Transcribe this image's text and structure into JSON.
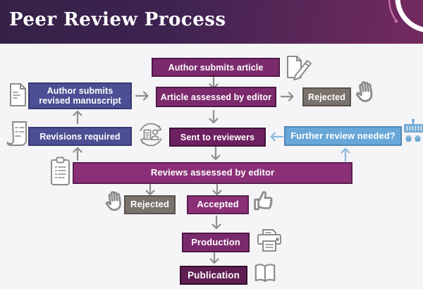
{
  "header": {
    "title": "Peer Review Process"
  },
  "colors": {
    "header_left": "#352147",
    "header_mid": "#3d2350",
    "header_right": "#742a5f",
    "purple": "#7c2a6e",
    "magenta": "#8b3077",
    "indigo": "#4c4f93",
    "dark_purple": "#6d2160",
    "darkest_purple": "#5e1d53",
    "gray": "#7a726c",
    "light_blue": "#68a7d8",
    "arrow_gray": "#8f8e8e",
    "arrow_blue": "#8cb8dc",
    "icon_gray": "#8d8b89",
    "icon_blue": "#6fa9d4"
  },
  "nodes": {
    "submit_article": {
      "label": "Author submits article"
    },
    "revised_manuscript": {
      "line1": "Author submits",
      "line2": "revised manuscript"
    },
    "article_assessed": {
      "label": "Article assessed by editor"
    },
    "rejected_by_editor": {
      "label": "Rejected"
    },
    "revisions_required": {
      "label": "Revisions required"
    },
    "sent_to_reviewers": {
      "label": "Sent to reviewers"
    },
    "further_review": {
      "label": "Further review needed?"
    },
    "reviews_assessed": {
      "label": "Reviews assessed by editor"
    },
    "rejected_final": {
      "label": "Rejected"
    },
    "accepted": {
      "label": "Accepted"
    },
    "production": {
      "label": "Production"
    },
    "publication": {
      "label": "Publication"
    }
  }
}
